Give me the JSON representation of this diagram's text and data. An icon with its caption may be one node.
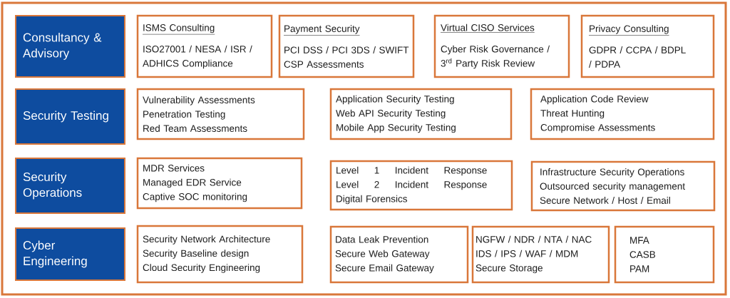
{
  "diagram": {
    "nodes": [
      {
        "text": [],
        "shape": "box"
      },
      {
        "text": [
          "Consultancy & Advisory"
        ],
        "in": 0
      },
      {
        "text": [
          "ISMS Consulting",
          "ISO27001 / NESA / ISR / ADHICS Compliance"
        ],
        "in": 0
      },
      {
        "text": [
          "Payment Security",
          "PCI DSS / PCI 3DS / SWIFT CSP Assessments"
        ],
        "in": 0
      },
      {
        "text": [
          "Virtual CISO Services",
          "Cyber Risk Governance / 3$^{rd}$ Party Risk Review"
        ],
        "in": 0
      },
      {
        "text": [
          "Privacy Consulting",
          "GDPR / CCPA / BDPL / PDPA"
        ],
        "in": 0
      },
      {
        "text": [
          "Security Testing"
        ],
        "in": 0
      },
      {
        "text": [
          "Vulnerability Assessments",
          "Penetration Testing",
          "Red Team Assessments"
        ],
        "in": 0
      },
      {
        "text": [
          "Application Security Testing",
          "Web API Security Testing",
          "Mobile App Security Testing"
        ],
        "in": 0
      },
      {
        "text": [
          "Application Code Review",
          "Threat Hunting",
          "Compromise Assessments"
        ],
        "in": 0
      },
      {
        "text": [
          "Security Operations"
        ],
        "in": 0
      },
      {
        "text": [
          "MDR Services",
          "Managed EDR Service",
          "Captive SOC monitoring"
        ],
        "in": 0
      },
      {
        "text": [
          "Level 1 Incident Response",
          "Level 2 Incident Response",
          "Digital Forensics"
        ],
        "in": 0
      },
      {
        "text": [
          "Infrastructure Security Operations",
          "Outsourced security management",
          "Secure Network / Host / Email"
        ],
        "in": 0
      },
      {
        "text": [
          "Cyber Engineering"
        ],
        "in": 0
      },
      {
        "text": [
          "Security Network Architecture",
          "Security Baseline design",
          "Cloud Security Engineering"
        ],
        "in": 0
      },
      {
        "text": [
          "Data Leak Prevention",
          "Secure Web Gateway",
          "Secure Email Gateway"
        ],
        "in": 0
      },
      {
        "text": [
          "NGFW / NDR / NTA / NAC",
          "IDS / IPS / WAF / MDM",
          "Secure Storage"
        ],
        "in": 0
      },
      {
        "text": [
          "MFA",
          "CASB",
          "PAM"
        ],
        "in": 0
      }
    ]
  }
}
